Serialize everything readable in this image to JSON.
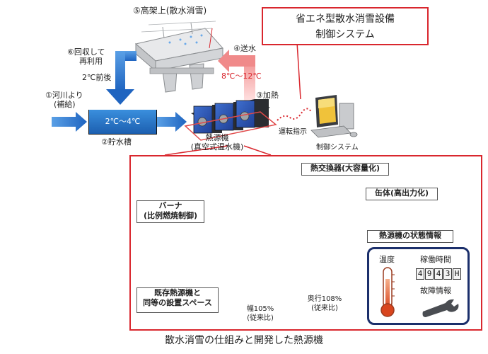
{
  "control_box": {
    "line1": "省エネ型散水消雪設備",
    "line2": "制御システム"
  },
  "steps": [
    {
      "num": "⑤",
      "text": "高架上(散水消雪)"
    },
    {
      "num": "⑥",
      "line1": "回収して",
      "line2": "再利用"
    },
    {
      "num": "④",
      "text": "送水"
    },
    {
      "num": "①",
      "line1": "河川より",
      "line2": "(補給)"
    },
    {
      "num": "③",
      "text": "加熱"
    },
    {
      "num": "②",
      "text": "貯水槽"
    }
  ],
  "temps": {
    "return": "2℃前後",
    "tank": "2℃～4℃",
    "send": "8℃～12℃"
  },
  "heat_source_label": {
    "line1": "熱源機",
    "line2": "(真空式温水機)"
  },
  "operation_label": "運転指示",
  "pc_label": "制御システム",
  "callouts": {
    "heat_exchanger": "熱交換器(大容量化)",
    "burner_line1": "バーナ",
    "burner_line2": "(比例燃焼制御)",
    "body": "缶体(高出力化)",
    "status": "熱源機の状態情報",
    "space_line1": "既存熱源機と",
    "space_line2": "同等の設置スペース"
  },
  "dimensions": {
    "width_line1": "幅105%",
    "width_line2": "(従来比)",
    "depth_line1": "奥行108%",
    "depth_line2": "(従来比)"
  },
  "status_panel": {
    "temp_label": "温度",
    "uptime_label": "稼働時間",
    "counter_digits": [
      "4",
      "9",
      "4",
      "3",
      "H"
    ],
    "fault_label": "故障情報"
  },
  "caption": "散水消雪の仕組みと開発した熱源機",
  "colors": {
    "frame_red": "#d9272e",
    "flow_blue": "#2f78d0",
    "heat_pink": "#f4a3a3",
    "panel_navy": "#1b2f6b"
  }
}
